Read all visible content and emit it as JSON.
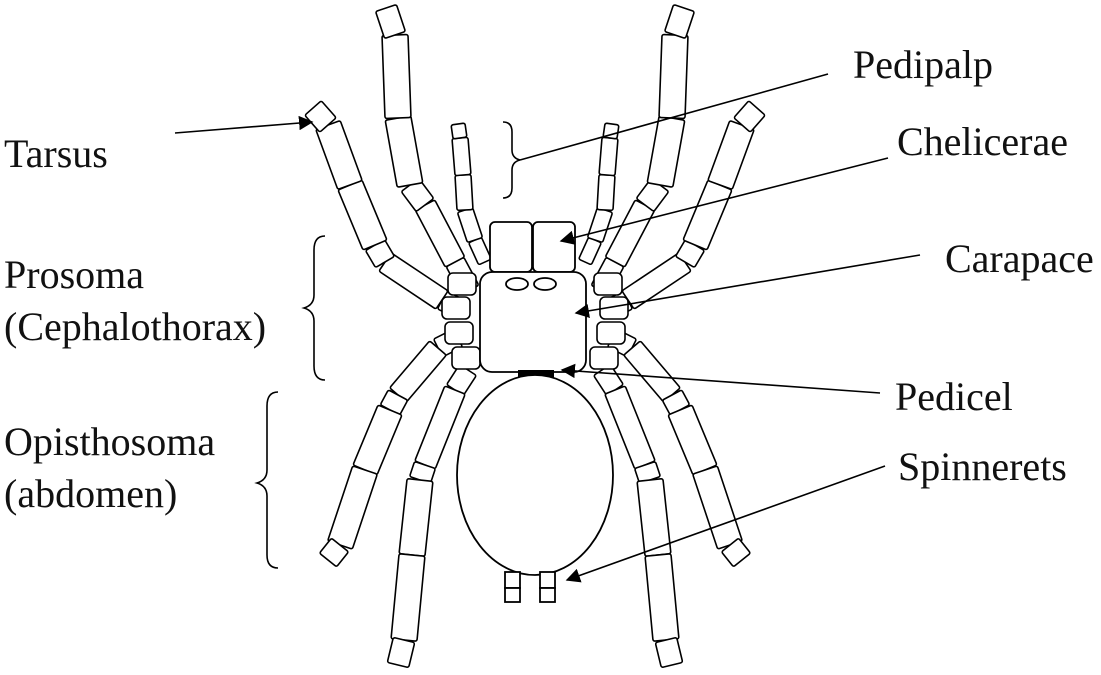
{
  "labels": {
    "tarsus": "Tarsus",
    "prosoma_line1": "Prosoma",
    "prosoma_line2": "(Cephalothorax)",
    "opisthosoma_line1": "Opisthosoma",
    "opisthosoma_line2": "(abdomen)",
    "pedipalp": "Pedipalp",
    "chelicerae": "Chelicerae",
    "carapace": "Carapace",
    "pedicel": "Pedicel",
    "spinnerets": "Spinnerets"
  },
  "colors": {
    "line": "#000000",
    "fill": "#ffffff",
    "text": "#111111"
  }
}
